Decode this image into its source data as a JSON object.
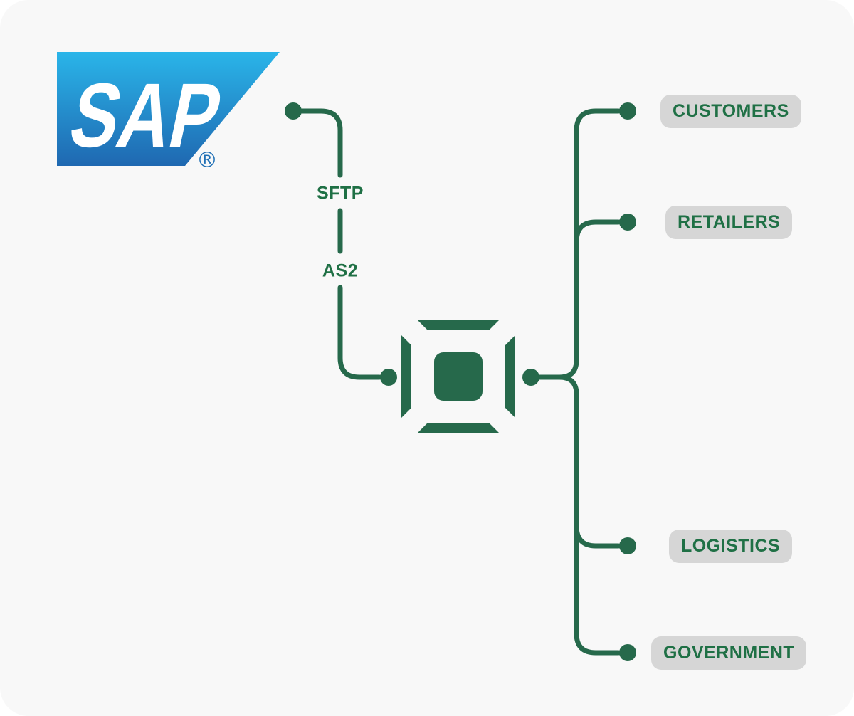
{
  "colors": {
    "line_green": "#26694B",
    "text_green": "#1F7045",
    "badge_bg": "#D6D6D6",
    "canvas_bg": "#F8F8F8",
    "sap_blue_top": "#2AB5E9",
    "sap_blue_bottom": "#1F68B1",
    "sap_reg_blue": "#1E6FB5"
  },
  "logo": {
    "brand": "SAP",
    "registered_mark": "®"
  },
  "protocols": [
    {
      "label": "SFTP"
    },
    {
      "label": "AS2"
    }
  ],
  "hub": {
    "icon": "integration-hub-icon"
  },
  "endpoints": [
    {
      "label": "CUSTOMERS"
    },
    {
      "label": "RETAILERS"
    },
    {
      "label": "LOGISTICS"
    },
    {
      "label": "GOVERNMENT"
    }
  ]
}
